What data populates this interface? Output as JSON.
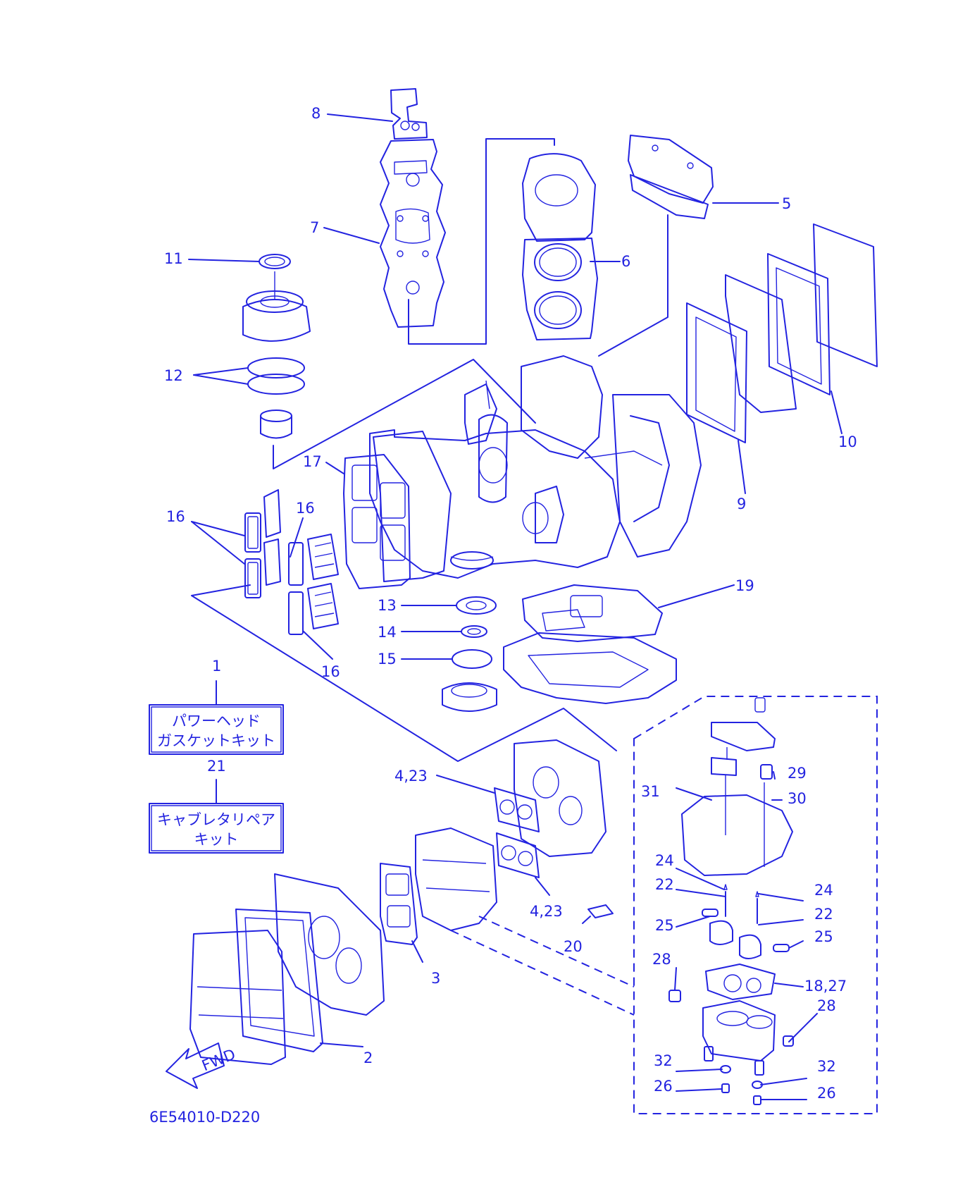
{
  "labels": {
    "l1": "1",
    "l2": "2",
    "l3": "3",
    "l4a": "4,23",
    "l4b": "4,23",
    "l5": "5",
    "l6": "6",
    "l7": "7",
    "l8": "8",
    "l9": "9",
    "l10": "10",
    "l11": "11",
    "l12": "12",
    "l13": "13",
    "l14": "14",
    "l15": "15",
    "l16a": "16",
    "l16b": "16",
    "l16c": "16",
    "l17": "17",
    "l18": "18,27",
    "l19": "19",
    "l20": "20",
    "l21": "21",
    "l22a": "22",
    "l22b": "22",
    "l24a": "24",
    "l24b": "24",
    "l25a": "25",
    "l25b": "25",
    "l26a": "26",
    "l26b": "26",
    "l28a": "28",
    "l28b": "28",
    "l29": "29",
    "l30": "30",
    "l31": "31",
    "l32a": "32",
    "l32b": "32"
  },
  "kit_boxes": {
    "power_head_line1": "パワーヘッド",
    "power_head_line2": "ガスケットキット",
    "carb_line1": "キャブレタリペア",
    "carb_line2": "キット"
  },
  "fwd_arrow": "FWD",
  "diagram_code": "6E54010-D220",
  "colors": {
    "ink": "#2323e0",
    "background": "#ffffff"
  }
}
